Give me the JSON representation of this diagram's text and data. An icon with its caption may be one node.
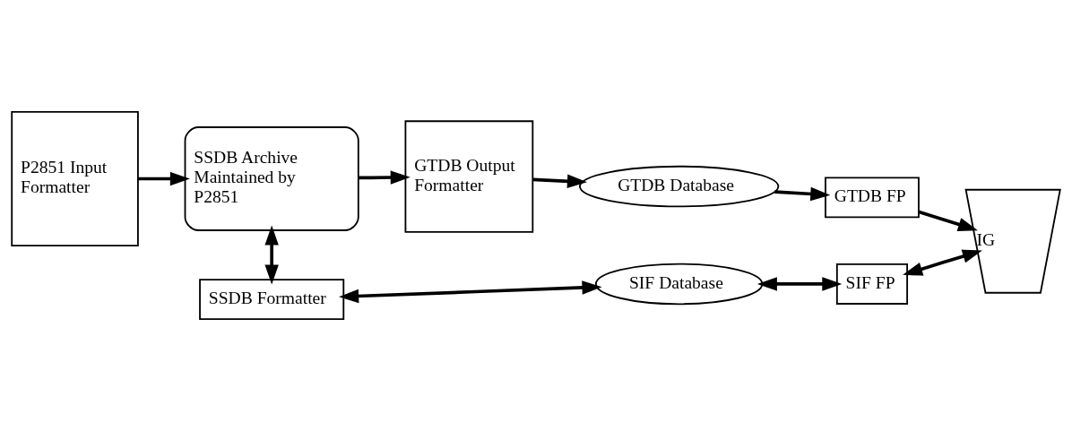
{
  "diagram": {
    "nodes": [
      {
        "text": [
          "P2851 Input Formatter"
        ]
      },
      {
        "text": [
          "SSDB Archive Maintained by P2851"
        ]
      },
      {
        "text": [
          "GTDB Output Formatter"
        ]
      },
      {
        "text": [
          "GTDB Database"
        ]
      },
      {
        "text": [
          "GTDB FP"
        ]
      },
      {
        "text": [
          "SSDB Formatter"
        ]
      },
      {
        "text": [
          "SIF Database"
        ]
      },
      {
        "text": [
          "SIF FP"
        ]
      },
      {
        "text": [
          "IG"
        ]
      }
    ],
    "edges": [
      {
        "from": 0,
        "to": 1,
        "arrow": "to"
      },
      {
        "from": 1,
        "to": 2,
        "arrow": "to"
      },
      {
        "from": 2,
        "to": 3,
        "arrow": "to"
      },
      {
        "from": 3,
        "to": 4,
        "arrow": "to"
      },
      {
        "from": 4,
        "to": 8,
        "arrow": "to"
      },
      {
        "from": 1,
        "to": 5,
        "arrow": "both"
      },
      {
        "from": 5,
        "to": 6,
        "arrow": "both"
      },
      {
        "from": 6,
        "to": 7,
        "arrow": "both"
      },
      {
        "from": 7,
        "to": 8,
        "arrow": "both"
      }
    ]
  }
}
